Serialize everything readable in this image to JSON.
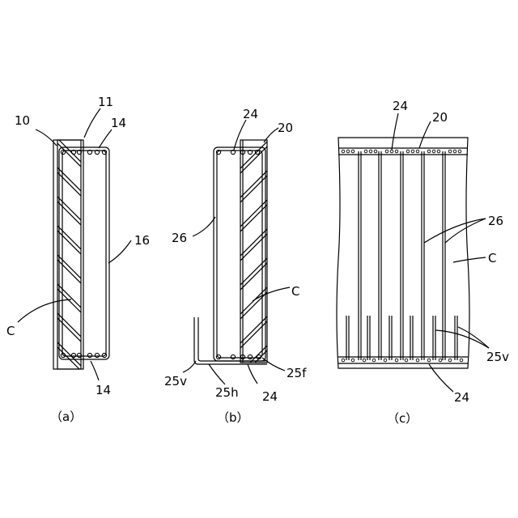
{
  "panels": {
    "a": {
      "caption": "（a）",
      "labels": {
        "l10": "10",
        "l11": "11",
        "l14_top": "14",
        "l14_bottom": "14",
        "l16": "16",
        "lC": "C"
      }
    },
    "b": {
      "caption": "（b）",
      "labels": {
        "l24_top": "24",
        "l20": "20",
        "l26": "26",
        "lC": "C",
        "l25v": "25v",
        "l25h": "25h",
        "l24_bottom": "24",
        "l25f": "25f"
      }
    },
    "c": {
      "caption": "（c）",
      "labels": {
        "l24_top": "24",
        "l20": "20",
        "l26": "26",
        "lC": "C",
        "l25v": "25v",
        "l24_bottom": "24"
      }
    }
  }
}
